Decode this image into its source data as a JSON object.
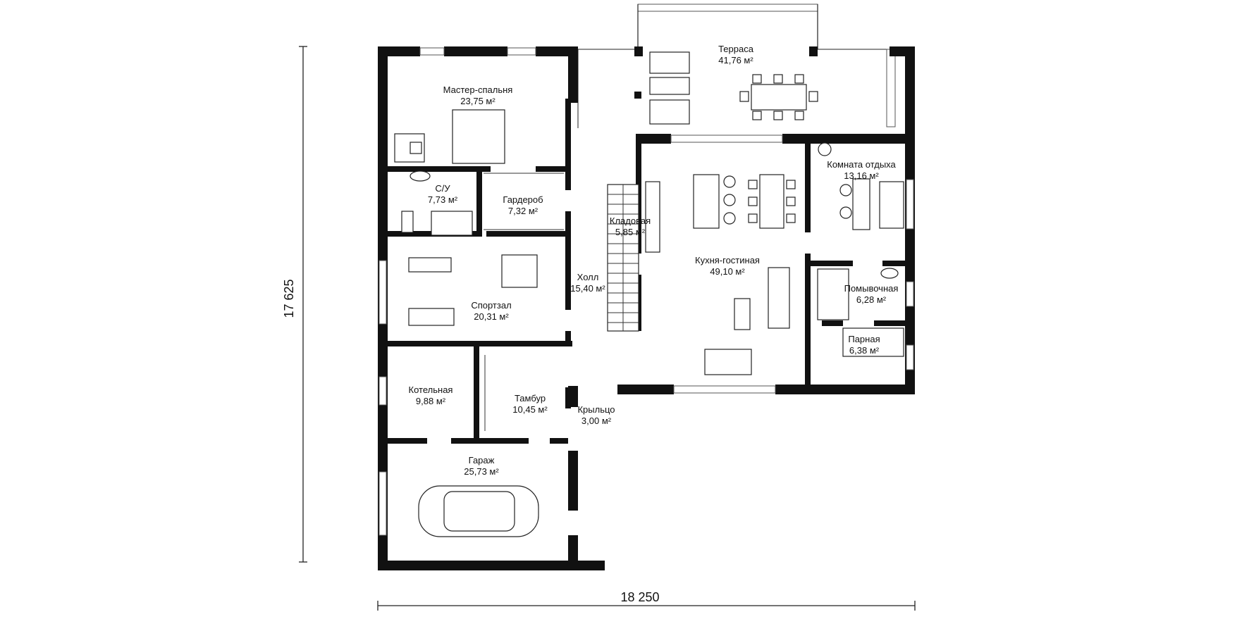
{
  "plan": {
    "dimensions": {
      "height": "17 625",
      "width": "18 250"
    },
    "rooms": [
      {
        "name": "Терраса",
        "area": "41,76 м²"
      },
      {
        "name": "Мастер-спальня",
        "area": "23,75 м²"
      },
      {
        "name": "С/У",
        "area": "7,73 м²"
      },
      {
        "name": "Гардероб",
        "area": "7,32 м²"
      },
      {
        "name": "Кладовая",
        "area": "5,85 м²"
      },
      {
        "name": "Комната отдыха",
        "area": "13,16 м²"
      },
      {
        "name": "Кухня-гостиная",
        "area": "49,10 м²"
      },
      {
        "name": "Холл",
        "area": "15,40 м²"
      },
      {
        "name": "Спортзал",
        "area": "20,31 м²"
      },
      {
        "name": "Помывочная",
        "area": "6,28 м²"
      },
      {
        "name": "Парная",
        "area": "6,38 м²"
      },
      {
        "name": "Котельная",
        "area": "9,88 м²"
      },
      {
        "name": "Тамбур",
        "area": "10,45 м²"
      },
      {
        "name": "Крыльцо",
        "area": "3,00 м²"
      },
      {
        "name": "Гараж",
        "area": "25,73 м²"
      }
    ]
  }
}
